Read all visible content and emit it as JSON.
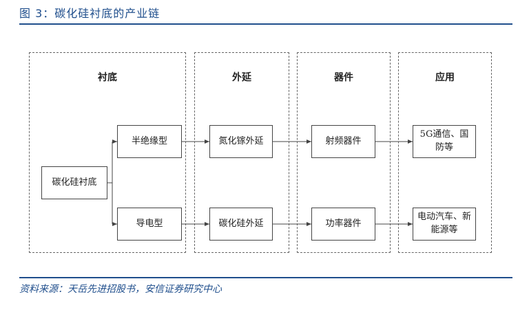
{
  "figure": {
    "label": "图 3",
    "title": "碳化硅衬底的产业链",
    "source": "资料来源：天岳先进招股书，安信证券研究中心"
  },
  "stages": [
    {
      "title": "衬底"
    },
    {
      "title": "外延"
    },
    {
      "title": "器件"
    },
    {
      "title": "应用"
    }
  ],
  "nodes": {
    "root": "碳化硅衬底",
    "semi_insulating": "半绝缘型",
    "conductive": "导电型",
    "gan_epitaxy": "氮化镓外延",
    "sic_epitaxy": "碳化硅外延",
    "rf_device": "射频器件",
    "power_device": "功率器件",
    "app_5g": "5G通信、国防等",
    "app_ev": "电动汽车、新能源等"
  }
}
